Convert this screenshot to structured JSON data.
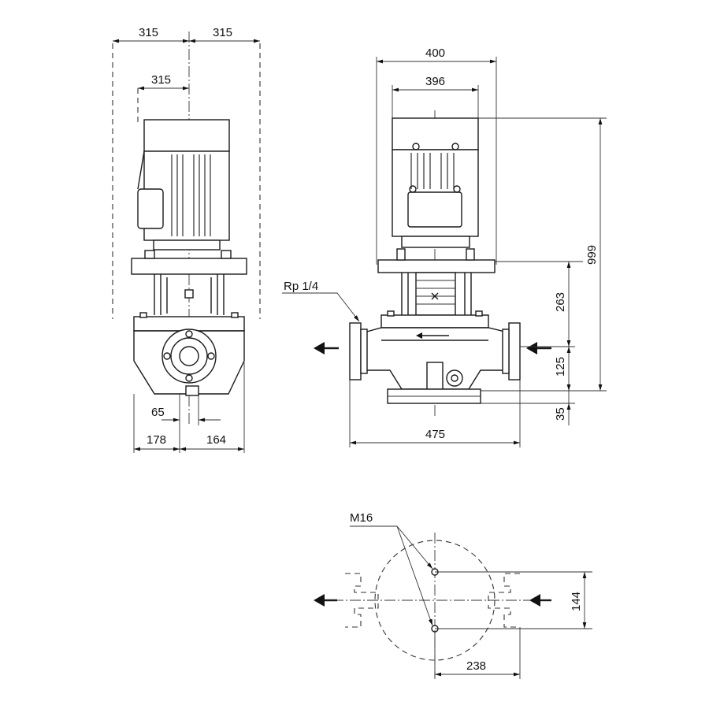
{
  "dimensions": {
    "side_view": {
      "top_left_width": "315",
      "top_right_width": "315",
      "motor_half_width": "315",
      "outlet_offset": "65",
      "base_left": "178",
      "base_right": "164"
    },
    "front_view": {
      "motor_outer_width": "400",
      "motor_inner_width": "396",
      "total_height": "999",
      "lantern_height": "263",
      "pipe_center_height": "125",
      "base_height": "35",
      "flange_length": "475",
      "pressure_port": "Rp 1/4"
    },
    "plan_view": {
      "bolt_thread": "M16",
      "bolt_spacing": "144",
      "bolt_offset": "238"
    }
  },
  "colors": {
    "line": "#1a1a1a",
    "shade": "#d9d9d9",
    "background": "#ffffff"
  },
  "icons": {
    "flow_in": "arrow-left-icon",
    "flow_out": "arrow-left-icon"
  }
}
